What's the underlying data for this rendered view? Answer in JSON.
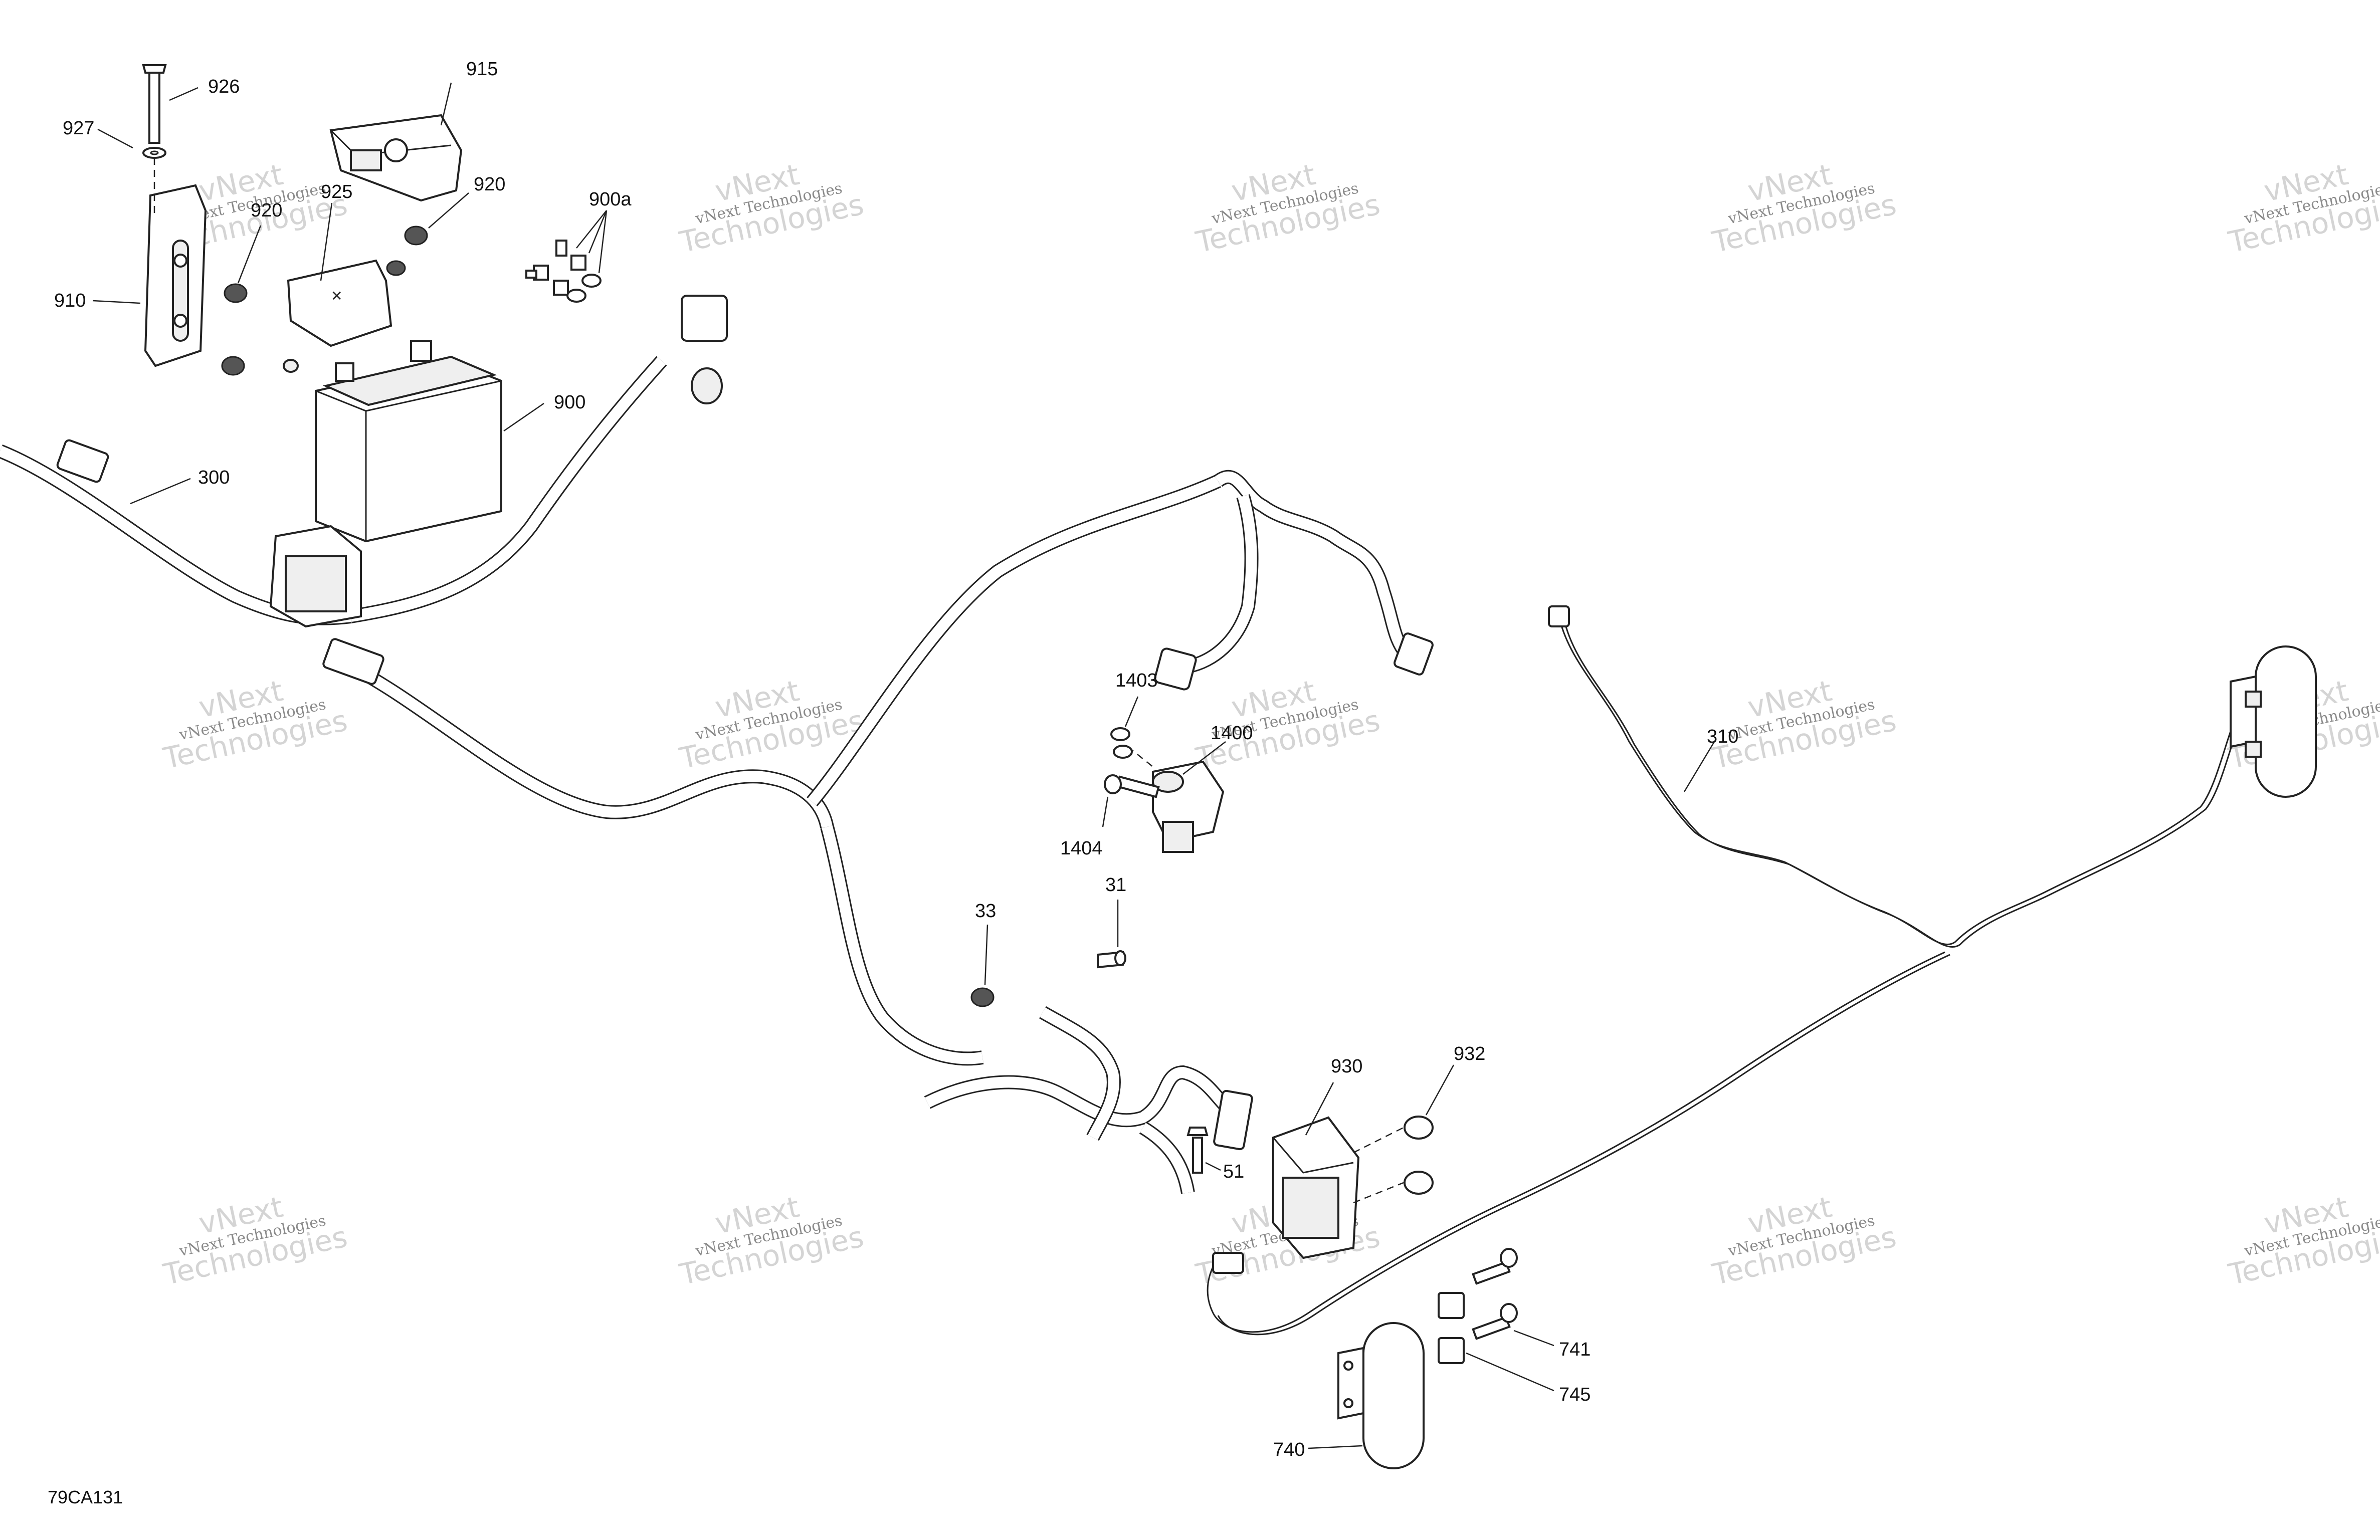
{
  "figure_code": "79CA131",
  "watermark": {
    "line1": "vNext",
    "line2": "vNext Technologies",
    "line3": "Technologies"
  },
  "callouts": [
    {
      "id": "926",
      "label": "926"
    },
    {
      "id": "915",
      "label": "915"
    },
    {
      "id": "927",
      "label": "927"
    },
    {
      "id": "920a",
      "label": "920"
    },
    {
      "id": "925",
      "label": "925"
    },
    {
      "id": "920b",
      "label": "920"
    },
    {
      "id": "900a",
      "label": "900a"
    },
    {
      "id": "910",
      "label": "910"
    },
    {
      "id": "900",
      "label": "900"
    },
    {
      "id": "300",
      "label": "300"
    },
    {
      "id": "1403",
      "label": "1403"
    },
    {
      "id": "1400",
      "label": "1400"
    },
    {
      "id": "1404",
      "label": "1404"
    },
    {
      "id": "310",
      "label": "310"
    },
    {
      "id": "31",
      "label": "31"
    },
    {
      "id": "33",
      "label": "33"
    },
    {
      "id": "930",
      "label": "930"
    },
    {
      "id": "932",
      "label": "932"
    },
    {
      "id": "51",
      "label": "51"
    },
    {
      "id": "741",
      "label": "741"
    },
    {
      "id": "745",
      "label": "745"
    },
    {
      "id": "740",
      "label": "740"
    }
  ]
}
